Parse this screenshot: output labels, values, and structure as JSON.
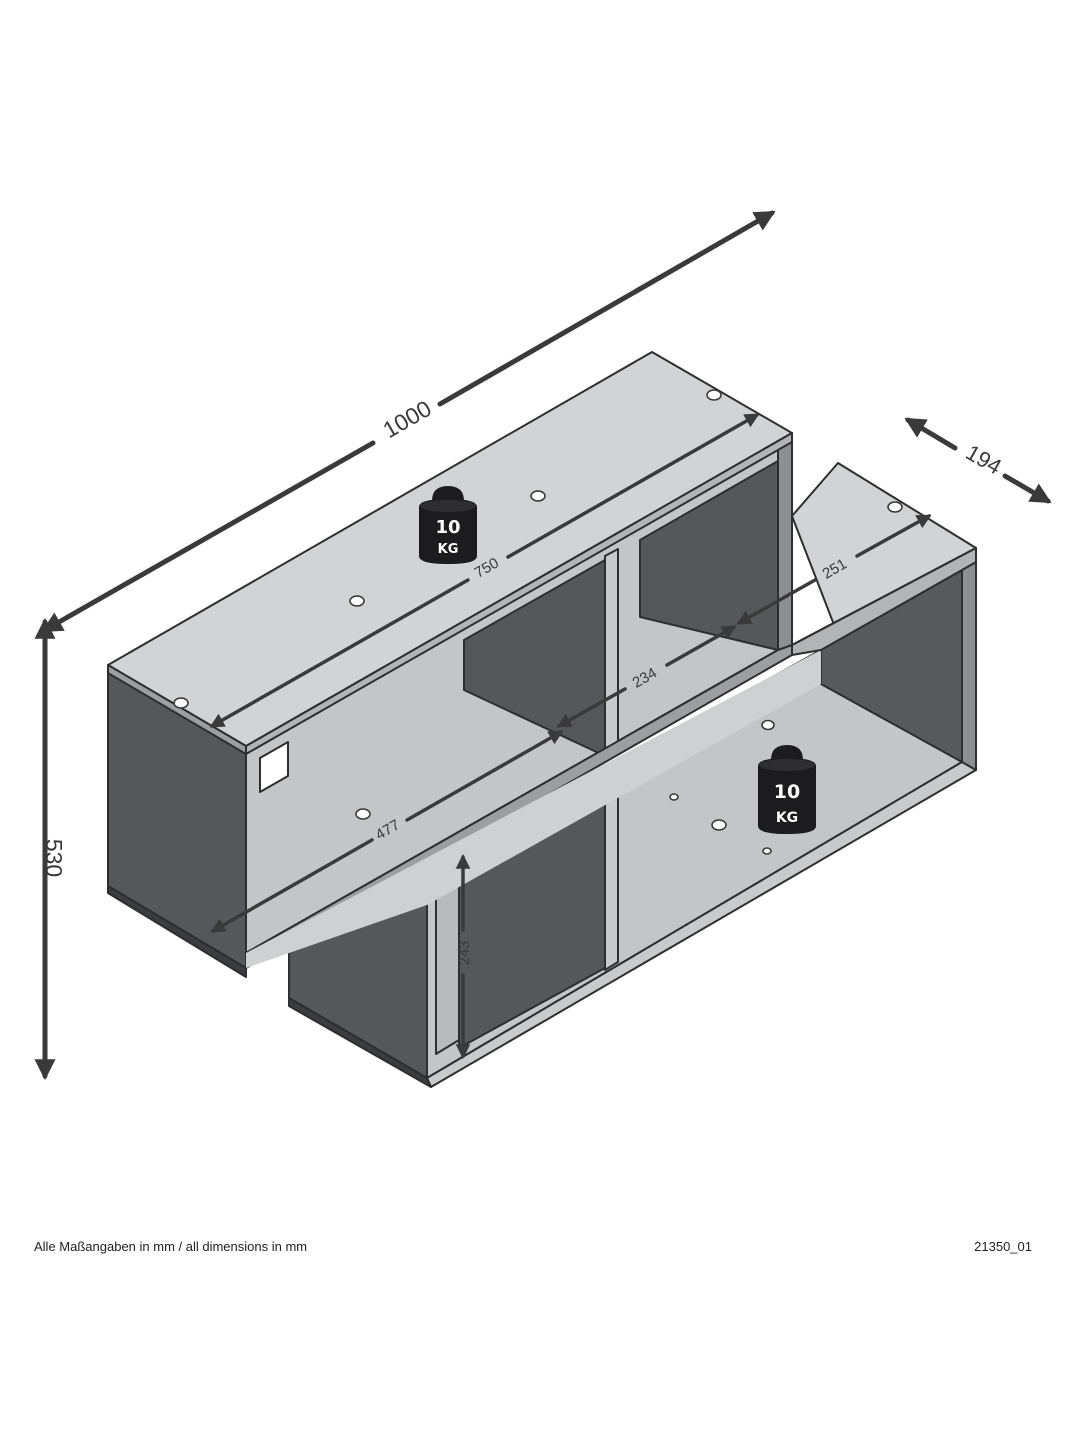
{
  "dimensions": {
    "total_width": "1000",
    "total_height": "530",
    "depth": "194",
    "top_shelf_width": "750",
    "lower_shelf_width": "477",
    "compartment_width": "234",
    "offset": "251",
    "compartment_height": "243"
  },
  "weights": [
    {
      "value": "10",
      "unit": "KG"
    },
    {
      "value": "10",
      "unit": "KG"
    }
  ],
  "footer": {
    "note": "Alle Maßangaben in mm / all dimensions in mm",
    "article_number": "21350_01"
  },
  "colors": {
    "board_top": "#d2d3d5",
    "board_inner": "#cfd0d2",
    "board_dark": "#56585c",
    "edge": "#2e2e30",
    "dimension_line": "#3a3a3a",
    "weight": "#1c1c1e"
  }
}
